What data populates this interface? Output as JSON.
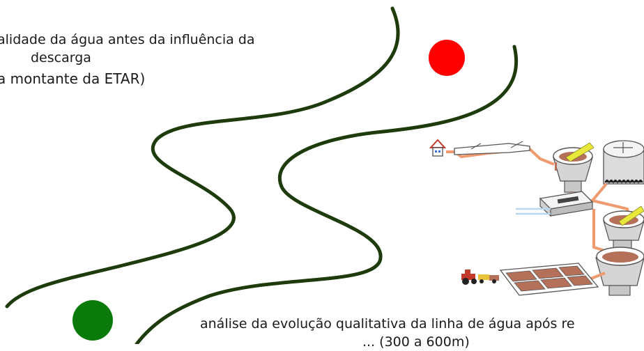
{
  "top_text": {
    "line1": "alidade da água antes da influência da",
    "line2": "descarga",
    "line3": "a montante da ETAR)"
  },
  "bottom_text": {
    "line1": "análise da evolução qualitativa da linha de água após re",
    "line2": "...     (300 a 600m)"
  },
  "colors": {
    "river_line": "#1e3b0c",
    "upstream_dot": "#ff0000",
    "downstream_dot": "#0a7a0a",
    "pipe": "#ef9a6f",
    "tank_fill": "#c9c9c9",
    "sludge": "#b5705a",
    "yellow_scraper": "#e8e83a"
  },
  "markers": {
    "upstream": "red-dot",
    "downstream": "green-dot"
  }
}
